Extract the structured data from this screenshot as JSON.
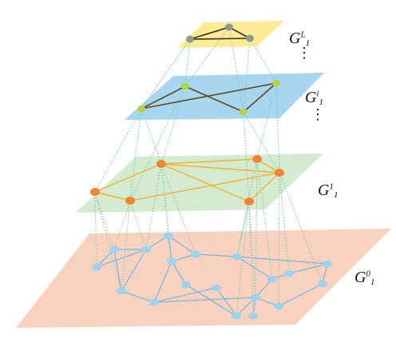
{
  "colors": {
    "layer_L": "#fde98a",
    "layer_i": "#9fd1ef",
    "layer_1": "#cfe8cc",
    "layer_0": "#f8cdb8",
    "node_L": "#8e9a8e",
    "node_i": "#b7d23a",
    "node_1": "#f08432",
    "node_0": "#9fd2ec",
    "edge_L": "#3a2e1c",
    "edge_i": "#5a4a1c",
    "edge_1": "#f2b42a",
    "edge_0": "#6fb8e0",
    "link": "#7cc9a3"
  },
  "labels": [
    {
      "base": "G",
      "sup": "L",
      "sub": "1"
    },
    {
      "base": "G",
      "sup": "i",
      "sub": "1"
    },
    {
      "base": "G",
      "sup": "1",
      "sub": "1"
    },
    {
      "base": "G",
      "sup": "0",
      "sub": "1"
    }
  ],
  "ellipsis": "⋮"
}
